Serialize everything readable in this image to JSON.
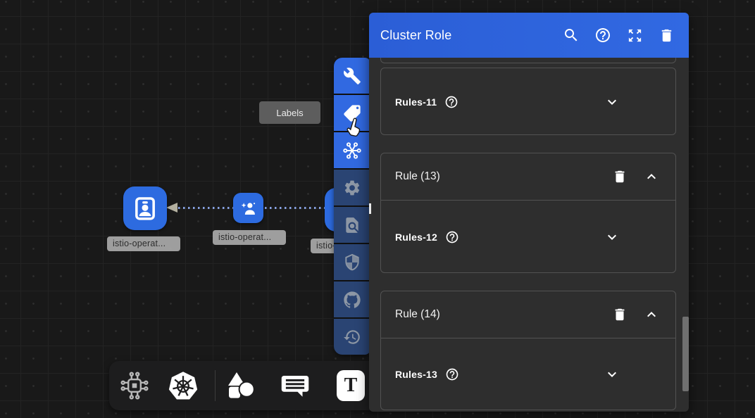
{
  "panel": {
    "title": "Cluster Role",
    "header_icons": [
      "search",
      "help",
      "fullscreen",
      "delete"
    ],
    "cards": {
      "c1": {
        "label": "Rules-11"
      },
      "c2": {
        "title": "Rule (13)",
        "label": "Rules-12"
      },
      "c3": {
        "title": "Rule (14)",
        "label": "Rules-13"
      }
    }
  },
  "tooltip": {
    "label": "Labels"
  },
  "canvas": {
    "nodes": [
      {
        "label": "istio-operat...",
        "icon": "id-badge"
      },
      {
        "label": "istio-operat...",
        "icon": "service-account"
      },
      {
        "label": "istio-operat...",
        "icon": "hidden-behind-toolbar"
      }
    ],
    "edges": [
      {
        "style": "dotted",
        "direction": "left",
        "color": "#87a2e2"
      },
      {
        "style": "dotted",
        "direction": "left",
        "color": "#87a2e2"
      }
    ]
  },
  "side_toolbar": {
    "items": [
      "wrench",
      "labels-tag",
      "freeze-layout",
      "settings",
      "doc-preview",
      "shield",
      "github",
      "history"
    ],
    "active_items": [
      "wrench",
      "labels-tag",
      "freeze-layout"
    ]
  },
  "bottom_toolbar": {
    "items": [
      "circuit-components",
      "kubernetes",
      "shapes",
      "comment",
      "text"
    ],
    "text_tool_glyph": "T"
  },
  "colors": {
    "accent_blue": "#3169e1",
    "header_blue": "#2e63da",
    "node_blue": "#2d6be0",
    "canvas_bg": "#191919",
    "panel_bg": "#2e2e2e",
    "inactive_toolbar": "#2a4473"
  }
}
